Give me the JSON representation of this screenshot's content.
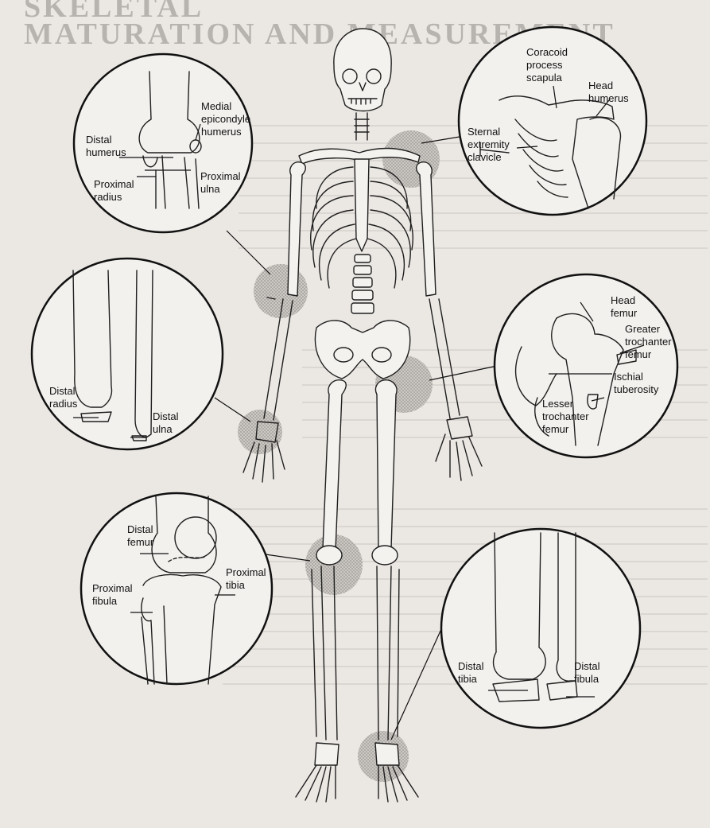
{
  "page": {
    "header_lines": [
      "SKELETAL",
      "MATURATION AND MEASUREMENT"
    ]
  },
  "insets": {
    "elbow": {
      "labels": {
        "medial_epicondyle": [
          "Medial",
          "epicondyle",
          "humerus"
        ],
        "distal_humerus": [
          "Distal",
          "humerus"
        ],
        "proximal_ulna": [
          "Proximal",
          "ulna"
        ],
        "proximal_radius": [
          "Proximal",
          "radius"
        ]
      }
    },
    "shoulder": {
      "labels": {
        "coracoid": [
          "Coracoid",
          "process",
          "scapula"
        ],
        "head_humerus": [
          "Head",
          "humerus"
        ],
        "sternal_clavicle": [
          "Sternal",
          "extremity",
          "clavicle"
        ]
      }
    },
    "wrist": {
      "labels": {
        "distal_radius": [
          "Distal",
          "radius"
        ],
        "distal_ulna": [
          "Distal",
          "ulna"
        ]
      }
    },
    "hip": {
      "labels": {
        "head_femur": [
          "Head",
          "femur"
        ],
        "greater_trochanter": [
          "Greater",
          "trochanter",
          "femur"
        ],
        "ischial": [
          "Ischial",
          "tuberosity"
        ],
        "lesser_trochanter": [
          "Lesser",
          "trochanter",
          "femur"
        ]
      }
    },
    "knee": {
      "labels": {
        "distal_femur": [
          "Distal",
          "femur"
        ],
        "proximal_tibia": [
          "Proximal",
          "tibia"
        ],
        "proximal_fibula": [
          "Proximal",
          "fibula"
        ]
      }
    },
    "ankle": {
      "labels": {
        "distal_tibia": [
          "Distal",
          "tibia"
        ],
        "distal_fibula": [
          "Distal",
          "fibula"
        ]
      }
    }
  }
}
